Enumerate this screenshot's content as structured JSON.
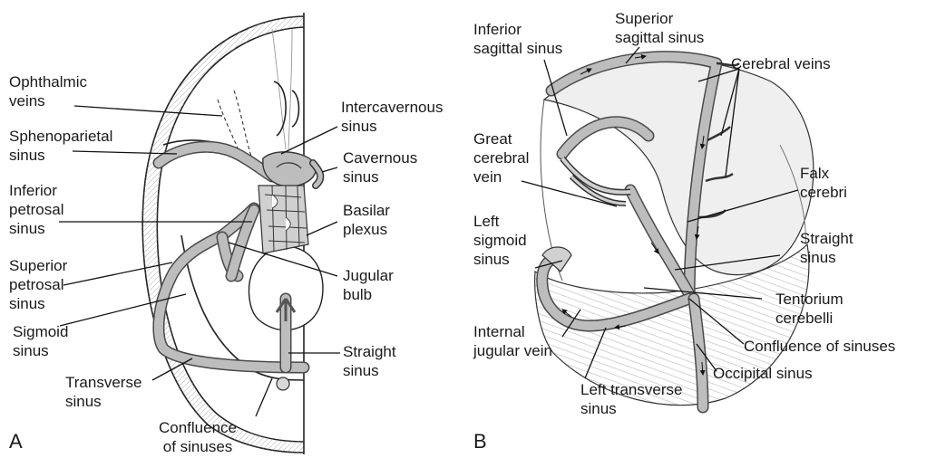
{
  "panels": [
    {
      "letter": "A"
    },
    {
      "letter": "B"
    }
  ],
  "labels_a": {
    "ophthalmic_veins": "Ophthalmic\nveins",
    "sphenoparietal_sinus": "Sphenoparietal\nsinus",
    "inferior_petrosal_sinus": "Inferior\npetrosal\nsinus",
    "superior_petrosal_sinus": "Superior\npetrosal\nsinus",
    "sigmoid_sinus": "Sigmoid\nsinus",
    "transverse_sinus": "Transverse\nsinus",
    "confluence_of_sinuses": "Confluence\nof sinuses",
    "straight_sinus": "Straight\nsinus",
    "jugular_bulb": "Jugular\nbulb",
    "basilar_plexus": "Basilar\nplexus",
    "cavernous_sinus": "Cavernous\nsinus",
    "intercavernous_sinus": "Intercavernous\nsinus"
  },
  "labels_b": {
    "inferior_sagittal_sinus": "Inferior\nsagittal sinus",
    "superior_sagittal_sinus": "Superior\nsagittal sinus",
    "cerebral_veins": "Cerebral veins",
    "great_cerebral_vein": "Great\ncerebral\nvein",
    "falx_cerebri": "Falx\ncerebri",
    "left_sigmoid_sinus": "Left\nsigmoid\nsinus",
    "straight_sinus": "Straight\nsinus",
    "tentorium_cerebelli": "Tentorium\ncerebelli",
    "internal_jugular_vein": "Internal\njugular vein",
    "confluence_of_sinuses": "Confluence of sinuses",
    "occipital_sinus": "Occipital sinus",
    "left_transverse_sinus": "Left transverse\nsinus"
  }
}
